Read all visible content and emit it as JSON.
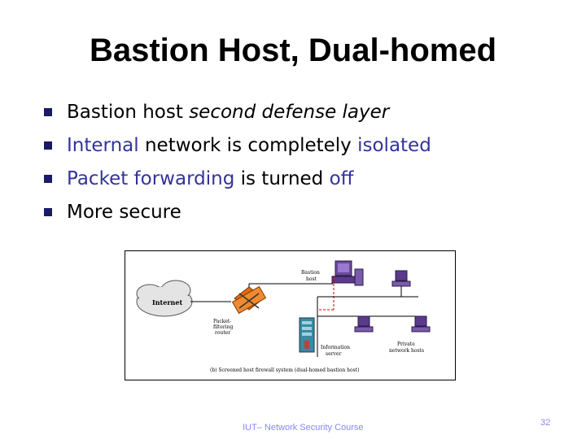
{
  "slide": {
    "title": "Bastion Host, Dual-homed",
    "bullets": [
      {
        "plain": "Bastion host ",
        "emph": "second defense layer"
      },
      {
        "hl1": "Internal",
        "mid": " network is completely ",
        "hl2": "isolated"
      },
      {
        "hl1": "Packet forwarding",
        "mid": " is turned ",
        "hl2": "off"
      },
      {
        "plain": "More secure"
      }
    ]
  },
  "figure": {
    "internet_label": "Internet",
    "bastion_label_1": "Bastion",
    "bastion_label_2": "host",
    "router_label_1": "Packet-",
    "router_label_2": "filtering",
    "router_label_3": "router",
    "info_label_1": "Information",
    "info_label_2": "server",
    "private_label_1": "Private",
    "private_label_2": "network hosts",
    "caption": "(b) Screened host firewall system (dual-homed bastion host)"
  },
  "footer": {
    "course": "IUT– Network Security Course",
    "page": "32"
  },
  "colors": {
    "highlight": "#333399",
    "bullet": "#1a1a66",
    "footer": "#8888ee",
    "dashed_link": "#cc0000",
    "router": "#e06a10"
  }
}
